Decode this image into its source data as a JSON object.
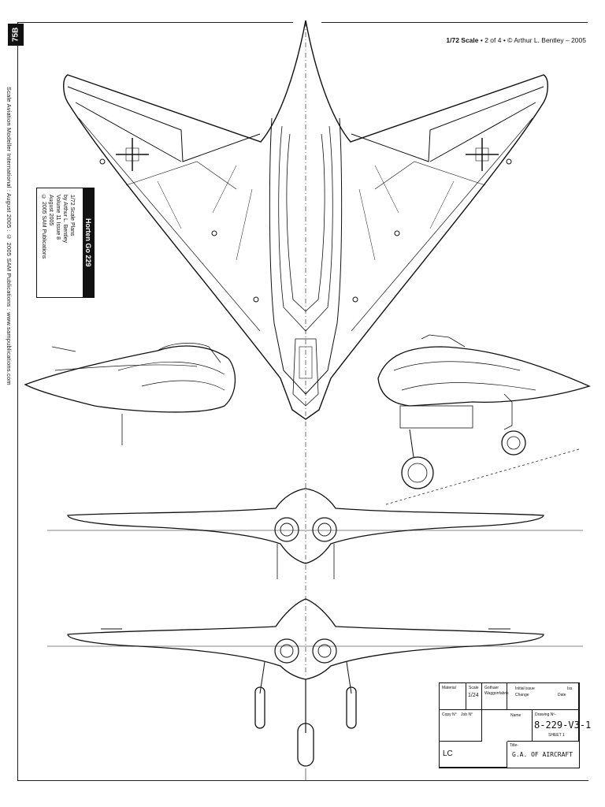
{
  "page_number": "75B",
  "side_credit": "Scale Aviation Modeller International : August 2005 : © 2005 SAM Publications : www.sampublications.com",
  "scale_line": {
    "scale": "1/72 Scale",
    "rest": " • 2 of 4 • © Arthur L. Bentley – 2005"
  },
  "title_box": {
    "title": "Horten Go 229",
    "lines": [
      "1/72 Scale Plans",
      "by Arthur L. Bentley",
      "Volume 11 Issue 8",
      "August 2005",
      "© 2005 SAM Publications"
    ]
  },
  "title_block": {
    "material": "Material",
    "scale_label": "Scale",
    "scale_value": "1/24",
    "company": "Gothaer",
    "company2": "Waggonfabrik",
    "copy_no": "Copy N°",
    "job_no": "Job N°",
    "lc": "LC",
    "drawing_label": "Drawing Nº-",
    "drawing_no": "8-229-V3-1",
    "sheet": "SHEET 1",
    "title_label": "Title-",
    "title_value": "G.A. OF AIRCRAFT",
    "rev_initial": "Initial issue",
    "change": "Change",
    "date": "Date",
    "issue": "Iss",
    "name": "Name"
  },
  "colors": {
    "ink": "#111111",
    "paper": "#ffffff"
  }
}
